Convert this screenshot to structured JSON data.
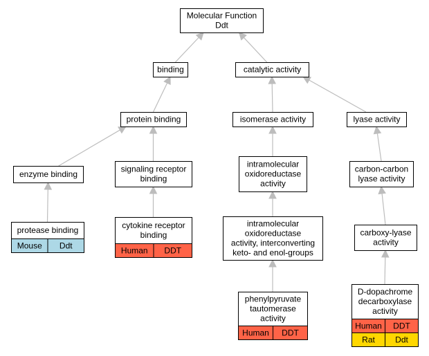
{
  "colors": {
    "mouse": "#add8e6",
    "human": "#ff6347",
    "rat": "#ffd700",
    "edge": "#bdbdbd"
  },
  "nodes": {
    "root": [
      "Molecular Function",
      "Ddt"
    ],
    "binding": [
      "binding"
    ],
    "catalytic": [
      "catalytic activity"
    ],
    "protein_binding": [
      "protein binding"
    ],
    "isomerase": [
      "isomerase activity"
    ],
    "lyase": [
      "lyase activity"
    ],
    "enzyme_binding": [
      "enzyme binding"
    ],
    "signaling": [
      "signaling receptor",
      "binding"
    ],
    "intramol": [
      "intramolecular",
      "oxidoreductase",
      "activity"
    ],
    "cc_lyase": [
      "carbon-carbon",
      "lyase activity"
    ],
    "protease": [
      "protease binding"
    ],
    "cytokine": [
      "cytokine receptor",
      "binding"
    ],
    "intramol_keto": [
      "intramolecular",
      "oxidoreductase",
      "activity, interconverting",
      "keto- and enol-groups"
    ],
    "carboxy": [
      "carboxy-lyase",
      "activity"
    ],
    "ppt": [
      "phenylpyruvate",
      "tautomerase",
      "activity"
    ],
    "dopachrome": [
      "D-dopachrome",
      "decarboxylase",
      "activity"
    ]
  },
  "annotations": {
    "protease": [
      [
        "Mouse",
        "Ddt",
        "mouse"
      ]
    ],
    "cytokine": [
      [
        "Human",
        "DDT",
        "human"
      ]
    ],
    "ppt": [
      [
        "Human",
        "DDT",
        "human"
      ]
    ],
    "dopachrome": [
      [
        "Human",
        "DDT",
        "human"
      ],
      [
        "Rat",
        "Ddt",
        "rat"
      ]
    ]
  }
}
